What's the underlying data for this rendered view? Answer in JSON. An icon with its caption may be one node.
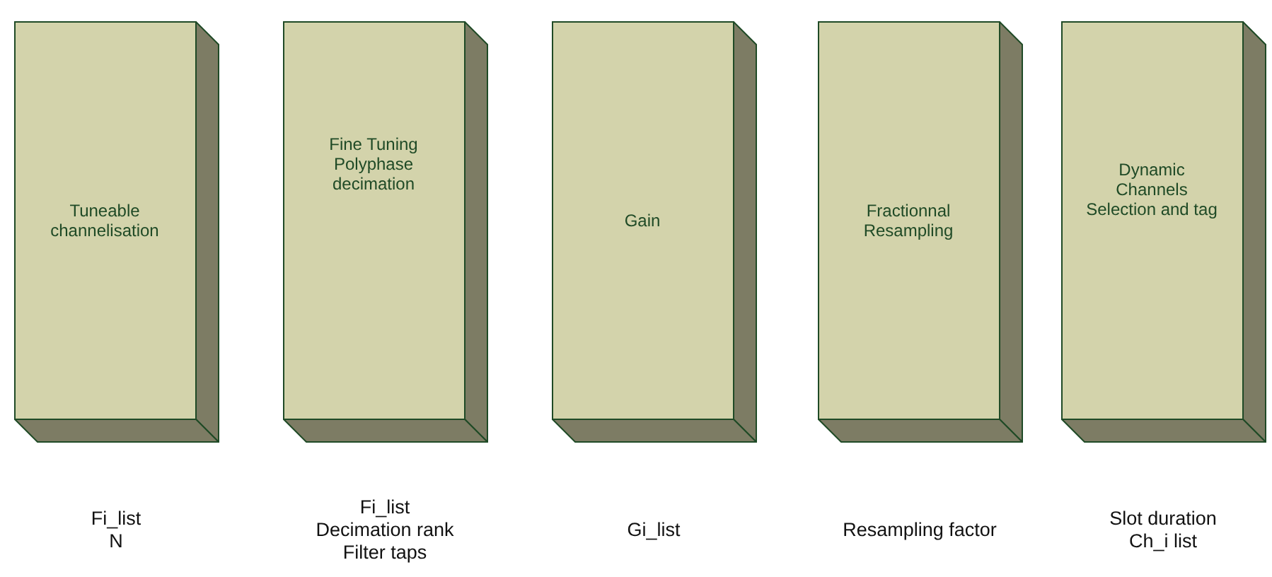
{
  "diagram": {
    "nodes": [
      {
        "text": [
          "Tuneable channelisation"
        ]
      },
      {
        "text": [
          "Fine Tuning Polyphase decimation"
        ]
      },
      {
        "text": [
          "Gain"
        ]
      },
      {
        "text": [
          "Fractionnal Resampling"
        ]
      },
      {
        "text": [
          "Dynamic Channels Selection and tag"
        ]
      }
    ],
    "labels": [
      "Fi_list",
      "N",
      "Fi_list",
      "Decimation rank",
      "Filter taps",
      "Gi_list",
      "Resampling factor",
      "Slot duration",
      "Ch_i list"
    ]
  }
}
